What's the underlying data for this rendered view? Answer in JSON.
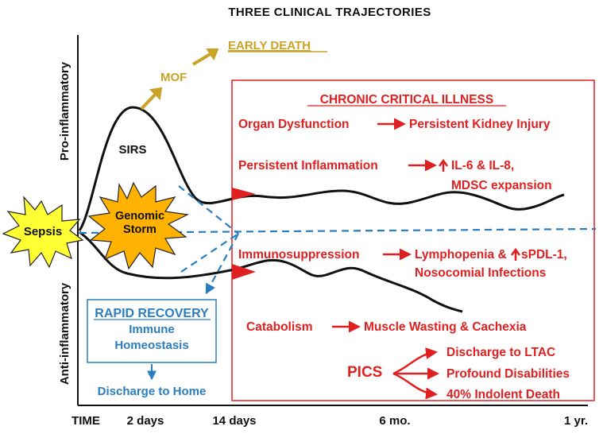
{
  "title": "THREE CLINICAL TRAJECTORIES",
  "axis": {
    "top_label": "Pro-inflammatory",
    "bottom_label": "Anti-inflammatory",
    "ticks": [
      "TIME",
      "2 days",
      "14 days",
      "6 mo.",
      "1 yr."
    ]
  },
  "early_branch": {
    "mof": "MOF",
    "early_death": "EARLY DEATH"
  },
  "initial": {
    "sepsis": "Sepsis",
    "sirs": "SIRS",
    "genomic_line1": "Genomic",
    "genomic_line2": "Storm"
  },
  "rapid_recovery": {
    "title": "RAPID RECOVERY",
    "line1": "Immune",
    "line2": "Homeostasis",
    "discharge": "Discharge to Home"
  },
  "cci": {
    "title": "CHRONIC CRITICAL ILLNESS",
    "organ_left": "Organ Dysfunction",
    "organ_right": "Persistent Kidney Injury",
    "inflam_left": "Persistent Inflammation",
    "inflam_right1": "IL-6 & IL-8,",
    "inflam_right2": "MDSC expansion",
    "immuno_left": "Immunosuppression",
    "immuno_right1a": "Lymphopenia &",
    "immuno_right1b": "sPDL-1,",
    "immuno_right2": "Nosocomial Infections",
    "catab_left": "Catabolism",
    "catab_right": "Muscle Wasting & Cachexia",
    "pics": "PICS",
    "pics_out1": "Discharge to LTAC",
    "pics_out2": "Profound Disabilities",
    "pics_out3": "40% Indolent Death"
  },
  "colors": {
    "red": "#e02020",
    "gold": "#c9a227",
    "blue": "#2a7ec0",
    "star_fill": "#ffff33",
    "storm_fill": "#ffb300"
  }
}
